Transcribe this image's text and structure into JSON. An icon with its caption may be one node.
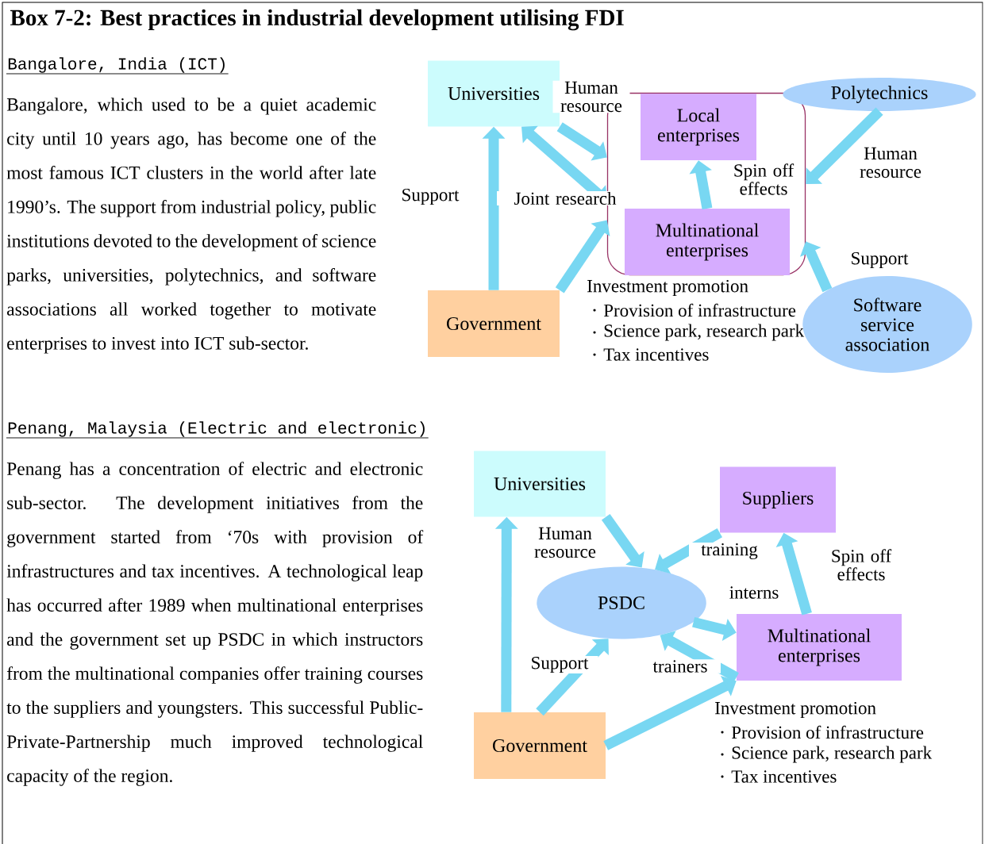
{
  "diagram": {
    "title": "Box 7-2: Best practices in industrial development utilising FDI",
    "nodes": [
      {
        "text": [
          "Universities"
        ]
      },
      {
        "text": [],
        "shape": "box"
      },
      {
        "text": [
          "Local enterprises"
        ],
        "in": 1
      },
      {
        "text": [
          "Multinational enterprises"
        ],
        "in": 1
      },
      {
        "text": [
          "Polytechnics"
        ]
      },
      {
        "text": [
          "Government"
        ]
      },
      {
        "text": [
          "Software service association"
        ]
      },
      {
        "text": [
          "Universities"
        ]
      },
      {
        "text": [
          "Suppliers"
        ]
      },
      {
        "text": [
          "PSDC"
        ]
      },
      {
        "text": [
          "Multinational enterprises"
        ]
      },
      {
        "text": [
          "Government"
        ]
      }
    ],
    "edges": [
      {
        "from": 0,
        "to": 1,
        "arrow": "to",
        "label": "Human resource"
      },
      {
        "from": 0,
        "to": 1,
        "arrow": "both",
        "label": "Joint research"
      },
      {
        "from": 5,
        "to": 0,
        "arrow": "to",
        "label": "Support"
      },
      {
        "from": 5,
        "to": 1,
        "arrow": "to"
      },
      {
        "from": 3,
        "to": 2,
        "arrow": "to",
        "label": "Spin off effects"
      },
      {
        "from": 4,
        "to": 1,
        "arrow": "to",
        "label": "Human resource"
      },
      {
        "from": 6,
        "to": 1,
        "arrow": "to",
        "label": "Support"
      },
      {
        "from": 7,
        "to": 9,
        "arrow": "to",
        "label": "Human resource"
      },
      {
        "from": 8,
        "to": 9,
        "arrow": "to",
        "label": "training"
      },
      {
        "from": 10,
        "to": 8,
        "arrow": "to",
        "label": "Spin off effects"
      },
      {
        "from": 9,
        "to": 10,
        "arrow": "to",
        "label": "interns"
      },
      {
        "from": 10,
        "to": 9,
        "arrow": "to",
        "label": "trainers"
      },
      {
        "from": 11,
        "to": 7,
        "arrow": "to"
      },
      {
        "from": 11,
        "to": 9,
        "arrow": "to",
        "label": "Support"
      },
      {
        "from": 11,
        "to": 10,
        "arrow": "to"
      }
    ],
    "labels": [
      "Bangalore, India (ICT)",
      "Bangalore, which used to be a quiet academic city until 10 years ago, has become one of the most famous ICT clusters in the world after late 1990’s. The support from industrial policy, public institutions devoted to the development of science parks, universities, polytechnics, and software associations all worked together to motivate enterprises to invest into ICT sub-sector.",
      "Penang, Malaysia (Electric and electronic)",
      "Penang has a concentration of electric and electronic sub-sector. The development initiatives from the government started from ‘70s with provision of infrastructures and tax incentives. A technological leap has occurred after 1989 when multinational enterprises and the government set up PSDC in which instructors from the multinational companies offer training courses to the suppliers and youngsters. This successful Public-Private-Partnership much improved technological capacity of the region.",
      "Investment promotion",
      "Provision of infrastructure",
      "Science park, research park",
      "Tax incentives",
      "Investment promotion",
      "Provision of infrastructure",
      "Science park, research park",
      "Tax incentives"
    ]
  }
}
